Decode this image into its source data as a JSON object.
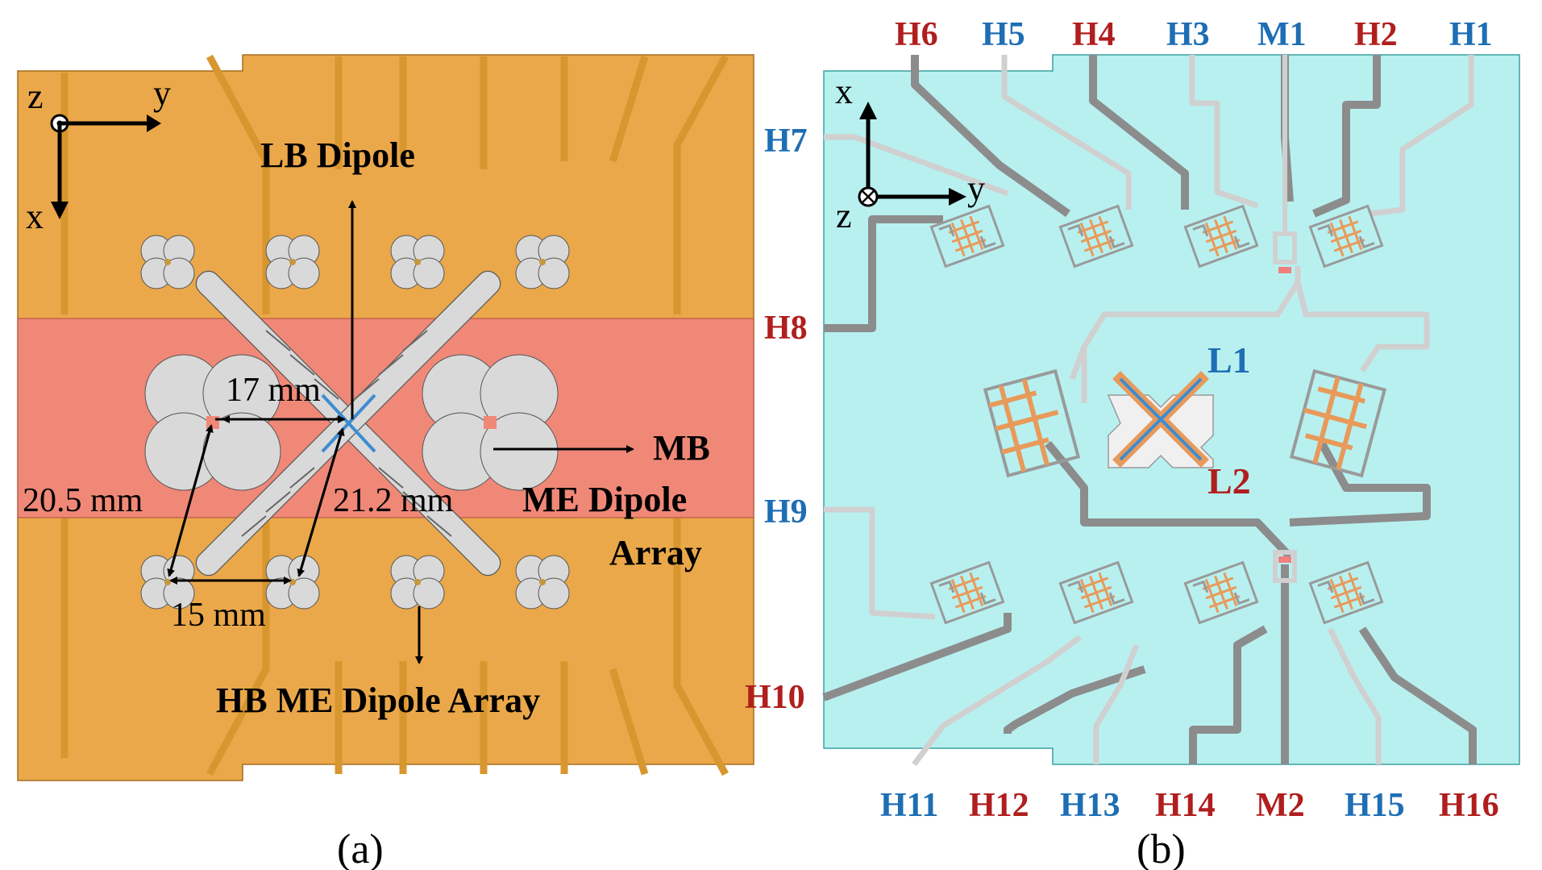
{
  "panel_a": {
    "axis_z": "z",
    "axis_y": "y",
    "axis_x": "x",
    "lb_dipole": "LB Dipole",
    "mb_line1": "MB",
    "mb_line2": "ME Dipole",
    "mb_line3": "Array",
    "hb_label": "HB ME Dipole Array",
    "dim_17": "17 mm",
    "dim_20_5": "20.5 mm",
    "dim_21_2": "21.2 mm",
    "dim_15": "15 mm",
    "caption": "(a)",
    "colors": {
      "board": "#EAA84A",
      "band": "#F08878",
      "element": "#D9D9D9",
      "trace": "#D8962E"
    }
  },
  "panel_b": {
    "axis_x": "x",
    "axis_y": "y",
    "axis_z": "z",
    "top_ports": [
      {
        "label": "H6",
        "color": "#B01E1E"
      },
      {
        "label": "H5",
        "color": "#1E6EB4"
      },
      {
        "label": "H4",
        "color": "#B01E1E"
      },
      {
        "label": "H3",
        "color": "#1E6EB4"
      },
      {
        "label": "M1",
        "color": "#1E6EB4"
      },
      {
        "label": "H2",
        "color": "#B01E1E"
      },
      {
        "label": "H1",
        "color": "#1E6EB4"
      }
    ],
    "left_ports": [
      {
        "label": "H7",
        "color": "#1E6EB4"
      },
      {
        "label": "H8",
        "color": "#B01E1E"
      },
      {
        "label": "H9",
        "color": "#1E6EB4"
      },
      {
        "label": "H10",
        "color": "#B01E1E"
      }
    ],
    "bottom_ports": [
      {
        "label": "H11",
        "color": "#1E6EB4"
      },
      {
        "label": "H12",
        "color": "#B01E1E"
      },
      {
        "label": "H13",
        "color": "#1E6EB4"
      },
      {
        "label": "H14",
        "color": "#B01E1E"
      },
      {
        "label": "M2",
        "color": "#B01E1E"
      },
      {
        "label": "H15",
        "color": "#1E6EB4"
      },
      {
        "label": "H16",
        "color": "#B01E1E"
      }
    ],
    "l1": {
      "label": "L1",
      "color": "#1E6EB4"
    },
    "l2": {
      "label": "L2",
      "color": "#B01E1E"
    },
    "caption": "(b)",
    "colors": {
      "board": "#B8F0F0",
      "dark_trace": "#8C8C8C",
      "light_trace": "#D0D0D0",
      "orange": "#E89A5A"
    }
  }
}
